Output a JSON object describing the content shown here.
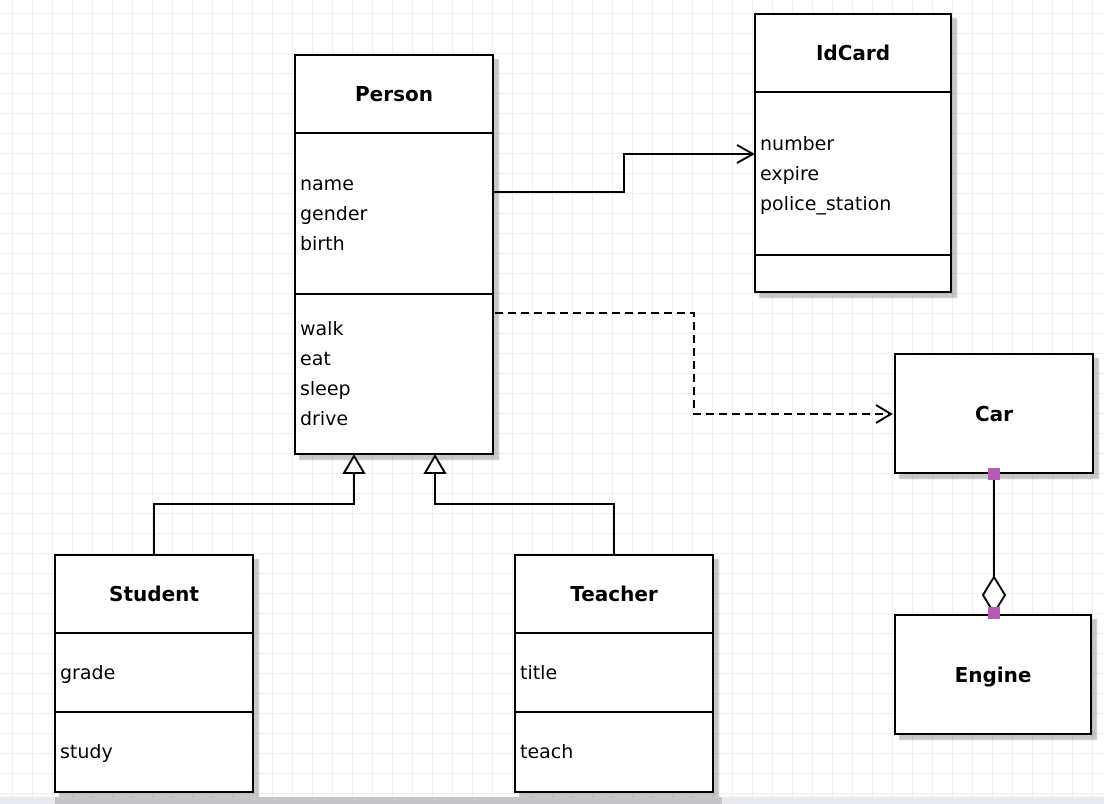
{
  "diagram": {
    "classes": {
      "person": {
        "title": "Person",
        "attributes": [
          "name",
          "gender",
          "birth"
        ],
        "methods": [
          "walk",
          "eat",
          "sleep",
          "drive"
        ]
      },
      "idcard": {
        "title": "IdCard",
        "attributes": [
          "number",
          "expire",
          "police_station"
        ],
        "methods": []
      },
      "car": {
        "title": "Car",
        "attributes": [],
        "methods": []
      },
      "engine": {
        "title": "Engine",
        "attributes": [],
        "methods": []
      },
      "student": {
        "title": "Student",
        "attributes": [
          "grade"
        ],
        "methods": [
          "study"
        ]
      },
      "teacher": {
        "title": "Teacher",
        "attributes": [
          "title"
        ],
        "methods": [
          "teach"
        ]
      }
    },
    "relationships": [
      {
        "from": "Person",
        "to": "IdCard",
        "type": "association",
        "line": "solid",
        "arrow": "open"
      },
      {
        "from": "Person",
        "to": "Car",
        "type": "dependency",
        "line": "dashed",
        "arrow": "open"
      },
      {
        "from": "Student",
        "to": "Person",
        "type": "generalization",
        "line": "solid",
        "arrow": "hollow-triangle"
      },
      {
        "from": "Teacher",
        "to": "Person",
        "type": "generalization",
        "line": "solid",
        "arrow": "hollow-triangle"
      },
      {
        "from": "Car",
        "to": "Engine",
        "type": "aggregation",
        "line": "solid",
        "arrow": "hollow-diamond"
      }
    ],
    "colors": {
      "box_fill": "#ffffff",
      "line": "#000000",
      "grid_line": "#efeff3",
      "connection_endpoint": "#b45cb4",
      "shadow": "rgba(0,0,0,0.22)"
    }
  }
}
